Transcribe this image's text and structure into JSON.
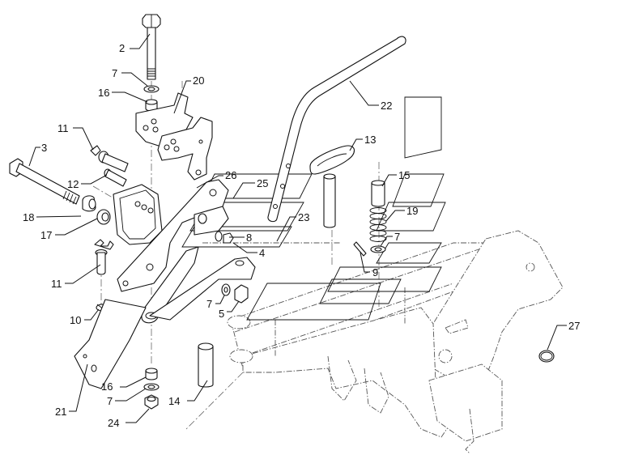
{
  "diagram": {
    "title": "Exploded parts diagram - hitch / drawbar frame assembly",
    "colors": {
      "line": "#111111",
      "background": "#ffffff",
      "ghost_line": "#555555"
    },
    "callouts": [
      {
        "id": "c2",
        "label": "2"
      },
      {
        "id": "c7a",
        "label": "7"
      },
      {
        "id": "c16a",
        "label": "16"
      },
      {
        "id": "c20",
        "label": "20"
      },
      {
        "id": "c11a",
        "label": "11"
      },
      {
        "id": "c3",
        "label": "3"
      },
      {
        "id": "c12",
        "label": "12"
      },
      {
        "id": "c18",
        "label": "18"
      },
      {
        "id": "c17",
        "label": "17"
      },
      {
        "id": "c11b",
        "label": "11"
      },
      {
        "id": "c10",
        "label": "10"
      },
      {
        "id": "c21",
        "label": "21"
      },
      {
        "id": "c16b",
        "label": "16"
      },
      {
        "id": "c7b",
        "label": "7"
      },
      {
        "id": "c24",
        "label": "24"
      },
      {
        "id": "c14",
        "label": "14"
      },
      {
        "id": "c26",
        "label": "26"
      },
      {
        "id": "c25",
        "label": "25"
      },
      {
        "id": "c23",
        "label": "23"
      },
      {
        "id": "c8",
        "label": "8"
      },
      {
        "id": "c4",
        "label": "4"
      },
      {
        "id": "c7c",
        "label": "7"
      },
      {
        "id": "c5",
        "label": "5"
      },
      {
        "id": "c22",
        "label": "22"
      },
      {
        "id": "c13",
        "label": "13"
      },
      {
        "id": "c15",
        "label": "15"
      },
      {
        "id": "c19",
        "label": "19"
      },
      {
        "id": "c7d",
        "label": "7"
      },
      {
        "id": "c9",
        "label": "9"
      },
      {
        "id": "c27",
        "label": "27"
      }
    ]
  }
}
